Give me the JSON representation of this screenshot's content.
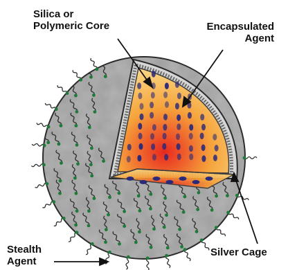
{
  "labels": {
    "core_line1": "Silica or",
    "core_line2": "Polymeric Core",
    "agent_line1": "Encapsulated",
    "agent_line2": "Agent",
    "stealth_line1": "Stealth",
    "stealth_line2": "Agent",
    "cage": "Silver Cage"
  },
  "colors": {
    "sphere_fill": "#9a9a9a",
    "tail_color": "#2f2f2f",
    "tail_head": "#1f7a3a",
    "core_inner": "#e8281e",
    "core_mid": "#f6a43c",
    "core_outer": "#fbe9a0",
    "particle": "#2a2a7a",
    "cage_fill": "#d9d9d9"
  },
  "icons": {
    "stealth_tail": "wavy-ligand-icon",
    "particle": "oval-particle-icon"
  }
}
